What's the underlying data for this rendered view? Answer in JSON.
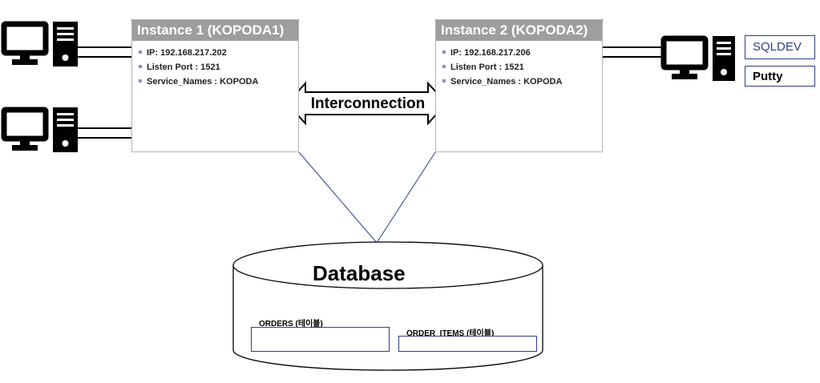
{
  "colors": {
    "title_bar": "#9e9e9e",
    "bullet": "#8c8fc8",
    "line_blue": "#2d3e8a",
    "ink": "#000000"
  },
  "instances": [
    {
      "title": "Instance 1 (KOPODA1)",
      "props": [
        "IP: 192.168.217.202",
        "Listen Port : 1521",
        "Service_Names : KOPODA"
      ]
    },
    {
      "title": "Instance 2 (KOPODA2)",
      "props": [
        "IP: 192.168.217.206",
        "Listen Port : 1521",
        "Service_Names : KOPODA"
      ]
    }
  ],
  "interconnect": {
    "label": "Interconnection"
  },
  "tools": [
    "SQLDEV",
    "Putty"
  ],
  "database": {
    "title": "Database",
    "tables": [
      "ORDERS (테이블)",
      "ORDER_ITEMS (테이블)"
    ]
  },
  "icons": {
    "client_computer": "desktop-computer-icon"
  }
}
